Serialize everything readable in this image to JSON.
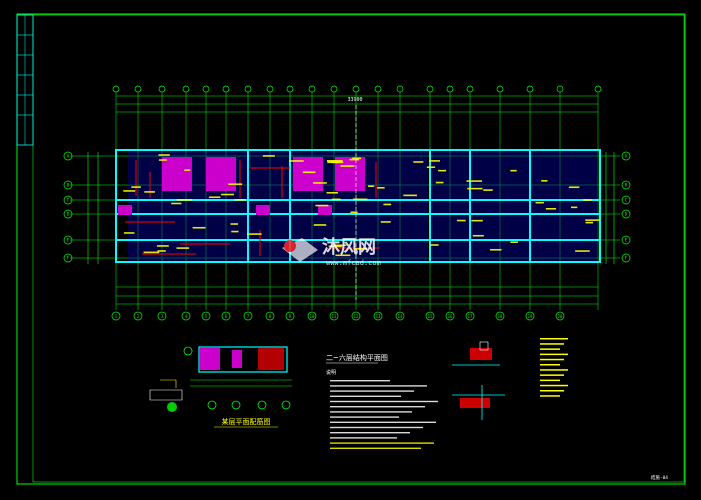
{
  "colors": {
    "background": "#000000",
    "frame": "#00ff00",
    "grid": "#00ff00",
    "wall": "#00ffff",
    "rebar": "#ff0000",
    "dimension": "#ffffff",
    "callout": "#ffff00",
    "column_fill": "#ff00ff",
    "slab_fill": "#0000ff",
    "watermark": "#ffffff"
  },
  "title_block": {
    "side_icons": [
      "table-icon"
    ]
  },
  "plan": {
    "top_overall_dim": "33900",
    "grid_bubbles_bottom": [
      "1",
      "2",
      "3",
      "4",
      "5",
      "6",
      "7",
      "8",
      "9",
      "10",
      "11",
      "12",
      "13",
      "14",
      "15",
      "16",
      "17",
      "18",
      "19",
      "20"
    ],
    "grid_bubbles_left": [
      "A",
      "B",
      "C",
      "D",
      "E",
      "F"
    ],
    "grid_bubbles_right": [
      "A",
      "B",
      "C",
      "D",
      "E",
      "F"
    ]
  },
  "section_titles": {
    "detail_caption": "某层平面配筋图",
    "notes_title": "二~六层结构平面图"
  },
  "notes": {
    "label": "说明",
    "legend_icon": "legend-list-icon"
  },
  "footer": {
    "drawing_id": "结施-04"
  },
  "watermark": {
    "brand": "沐风网",
    "url": "www.mfcad.com",
    "logo_icon": "mufeng-logo-icon"
  }
}
